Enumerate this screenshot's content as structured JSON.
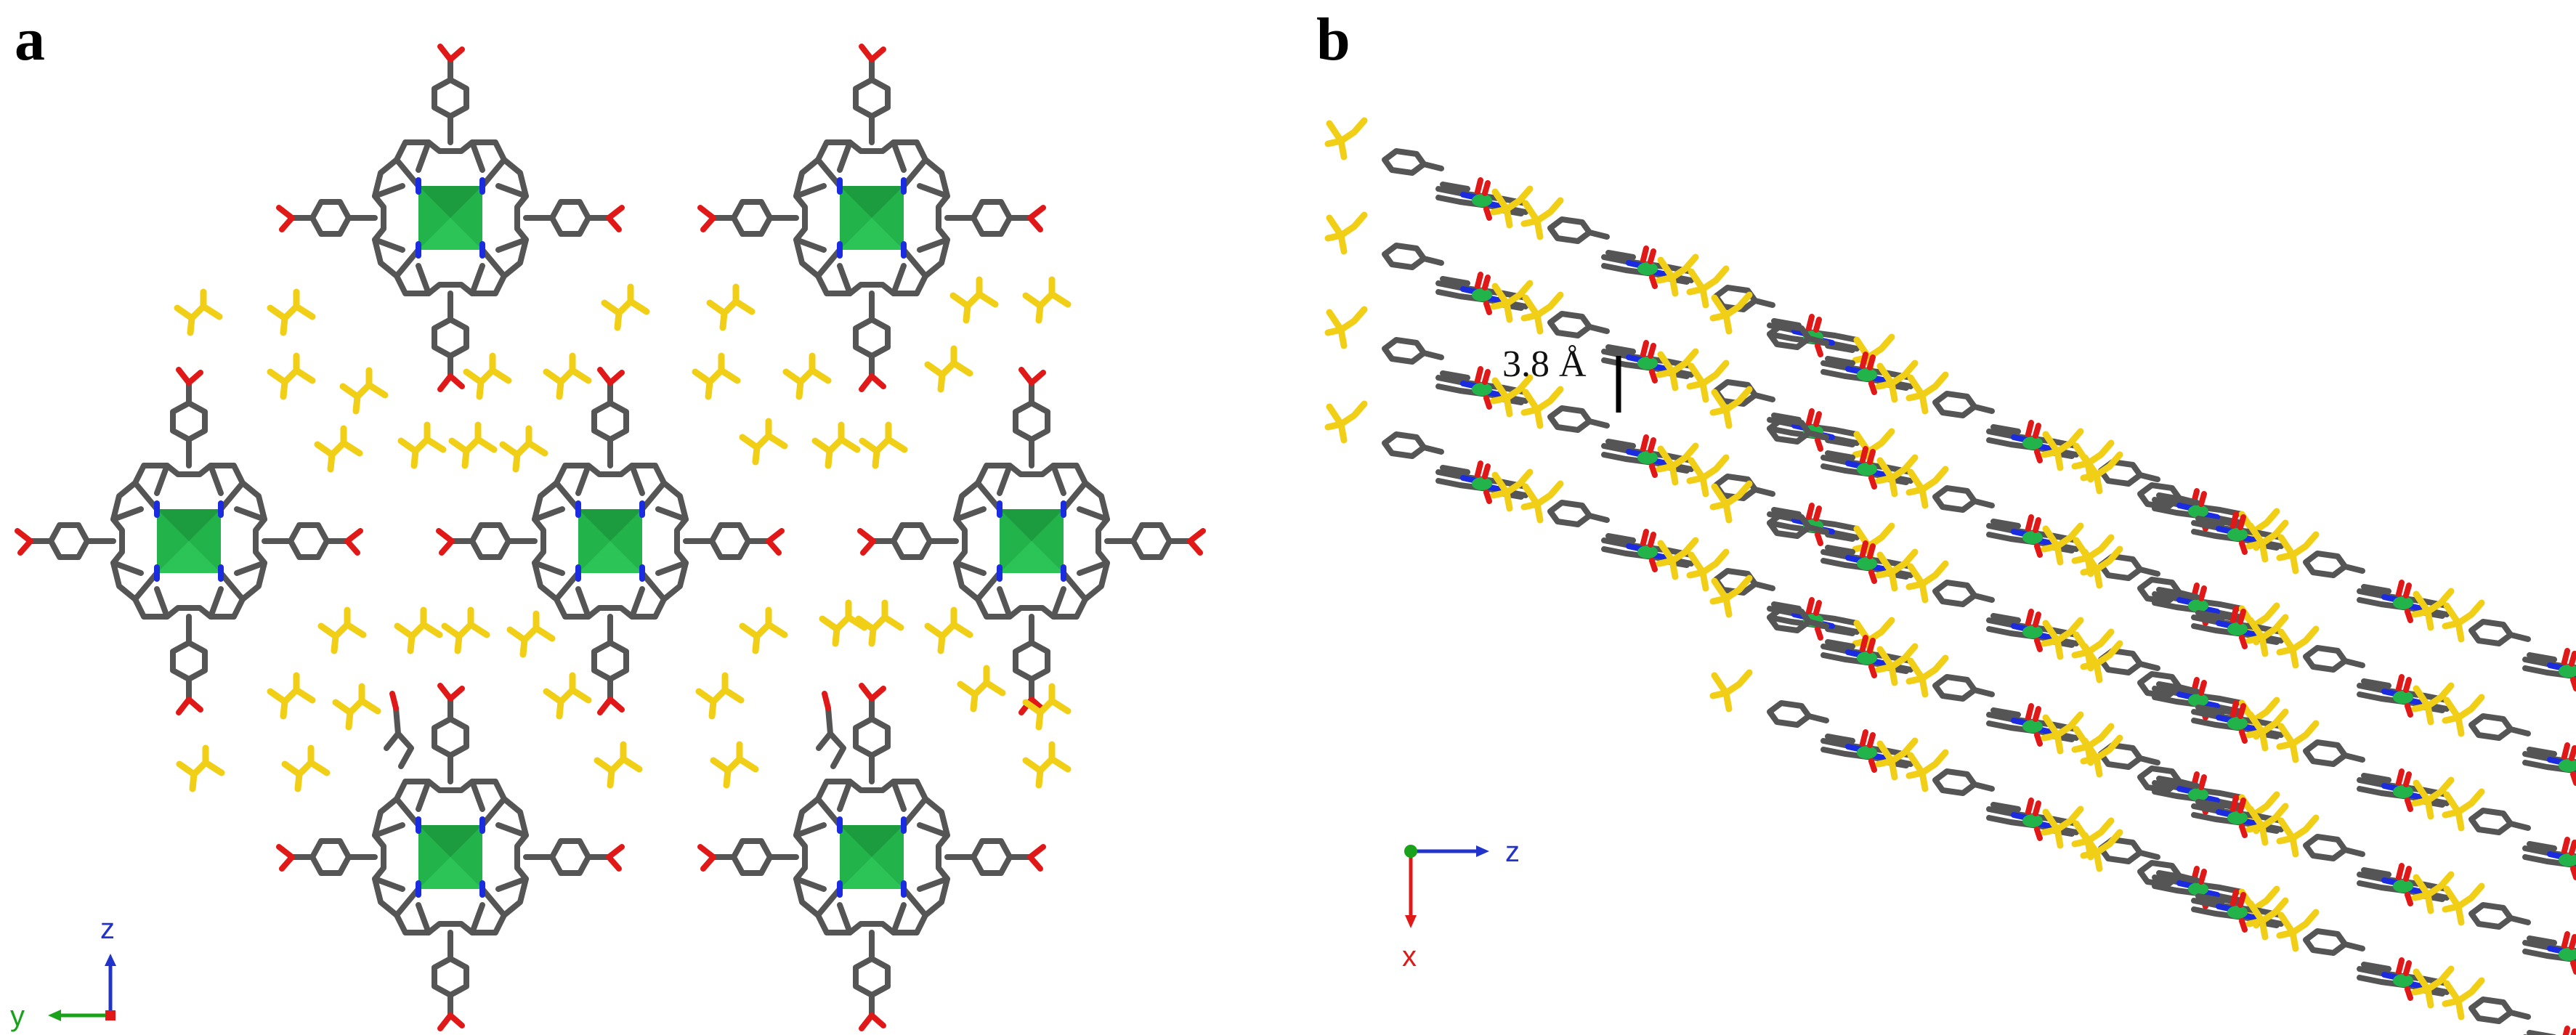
{
  "figure": {
    "panel_a": {
      "label": "a",
      "axis_vertical": "z",
      "axis_horizontal": "y"
    },
    "panel_b": {
      "label": "b",
      "axis_horizontal": "z",
      "axis_vertical": "x",
      "distance_label": "3.8 Å"
    }
  },
  "colors": {
    "carbon": "#555555",
    "solvent": "#f0cf16",
    "oxygen": "#e01818",
    "nitrogen": "#1a2be0",
    "metal_polyhedron": "#22b34a",
    "axis_x": "#e01818",
    "axis_y": "#1aa31a",
    "axis_z": "#2233cc"
  },
  "legend_icons": [
    "axis-triad-icon"
  ]
}
